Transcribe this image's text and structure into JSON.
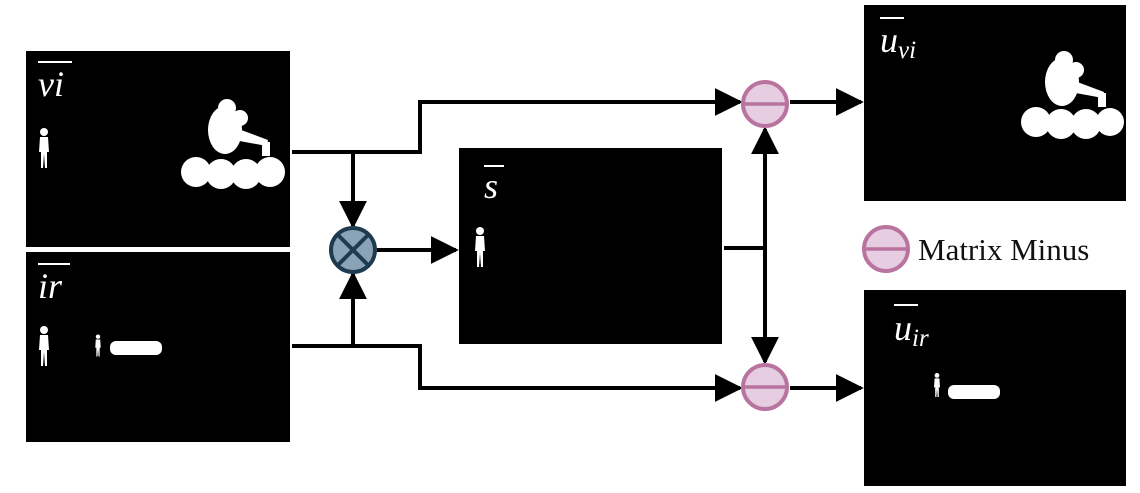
{
  "panels": {
    "vi": {
      "label": "vi"
    },
    "ir": {
      "label": "ir"
    },
    "s": {
      "label": "s"
    },
    "u_vi": {
      "label_main": "u",
      "label_sub": "vi"
    },
    "u_ir": {
      "label_main": "u",
      "label_sub": "ir"
    }
  },
  "legend": {
    "text": "Matrix Minus"
  },
  "colors": {
    "panel_bg": "#000000",
    "mask": "#ffffff",
    "arrow": "#000000",
    "minus_fill": "#e6cde2",
    "minus_stroke": "#b9739f",
    "multiply_fill": "#8aa3b7",
    "multiply_stroke": "#1e3a4f"
  },
  "icons": [
    "multiply-operator-icon",
    "minus-operator-icon"
  ]
}
